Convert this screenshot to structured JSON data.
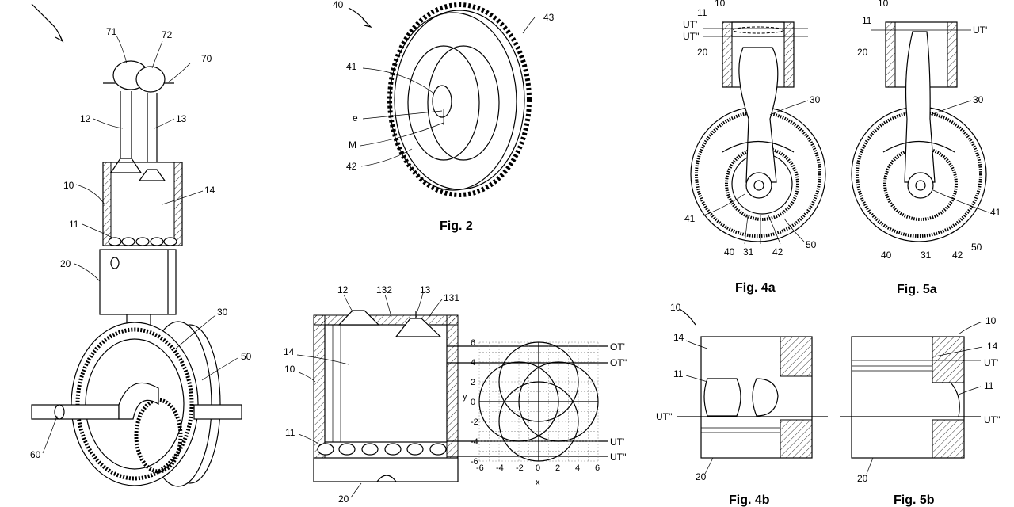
{
  "captions": {
    "fig2": "Fig. 2",
    "fig4a": "Fig. 4a",
    "fig5a": "Fig. 5a",
    "fig4b": "Fig. 4b",
    "fig5b": "Fig. 5b"
  },
  "fig1": {
    "refs": {
      "r71": "71",
      "r72": "72",
      "r70": "70",
      "r12": "12",
      "r13": "13",
      "r10": "10",
      "r14": "14",
      "r11": "11",
      "r20": "20",
      "r30": "30",
      "r50": "50",
      "r60": "60"
    }
  },
  "fig2": {
    "refs": {
      "r40": "40",
      "r43": "43",
      "r41": "41",
      "re": "e",
      "rM": "M",
      "r42": "42"
    }
  },
  "fig3": {
    "refs": {
      "r12": "12",
      "r132": "132",
      "r13": "13",
      "r131": "131",
      "r14": "14",
      "r10": "10",
      "r11": "11",
      "r20": "20"
    },
    "lines": {
      "ot1": "OT'",
      "ot2": "OT''",
      "ut1": "UT'",
      "ut2": "UT''"
    },
    "axis": {
      "xlabel": "x",
      "ylabel": "y",
      "xticks": [
        "-6",
        "-4",
        "-2",
        "0",
        "2",
        "4",
        "6"
      ],
      "yticks": [
        "6",
        "4",
        "2",
        "0",
        "-2",
        "-4",
        "-6"
      ]
    }
  },
  "fig4a": {
    "refs": {
      "r10": "10",
      "r11": "11",
      "ut1": "UT'",
      "ut2": "UT''",
      "r20": "20",
      "r30": "30",
      "r41": "41",
      "r40": "40",
      "r31": "31",
      "r42": "42",
      "r50": "50"
    }
  },
  "fig5a": {
    "refs": {
      "r10": "10",
      "r11": "11",
      "ut1": "UT'",
      "r20": "20",
      "r30": "30",
      "r41": "41",
      "r40": "40",
      "r31": "31",
      "r42": "42",
      "r50": "50"
    }
  },
  "fig4b": {
    "refs": {
      "r10": "10",
      "r14": "14",
      "r11": "11",
      "ut2": "UT''",
      "r20": "20"
    }
  },
  "fig5b": {
    "refs": {
      "r10": "10",
      "r14": "14",
      "ut1": "UT'",
      "r11": "11",
      "ut2": "UT''",
      "r20": "20"
    }
  }
}
